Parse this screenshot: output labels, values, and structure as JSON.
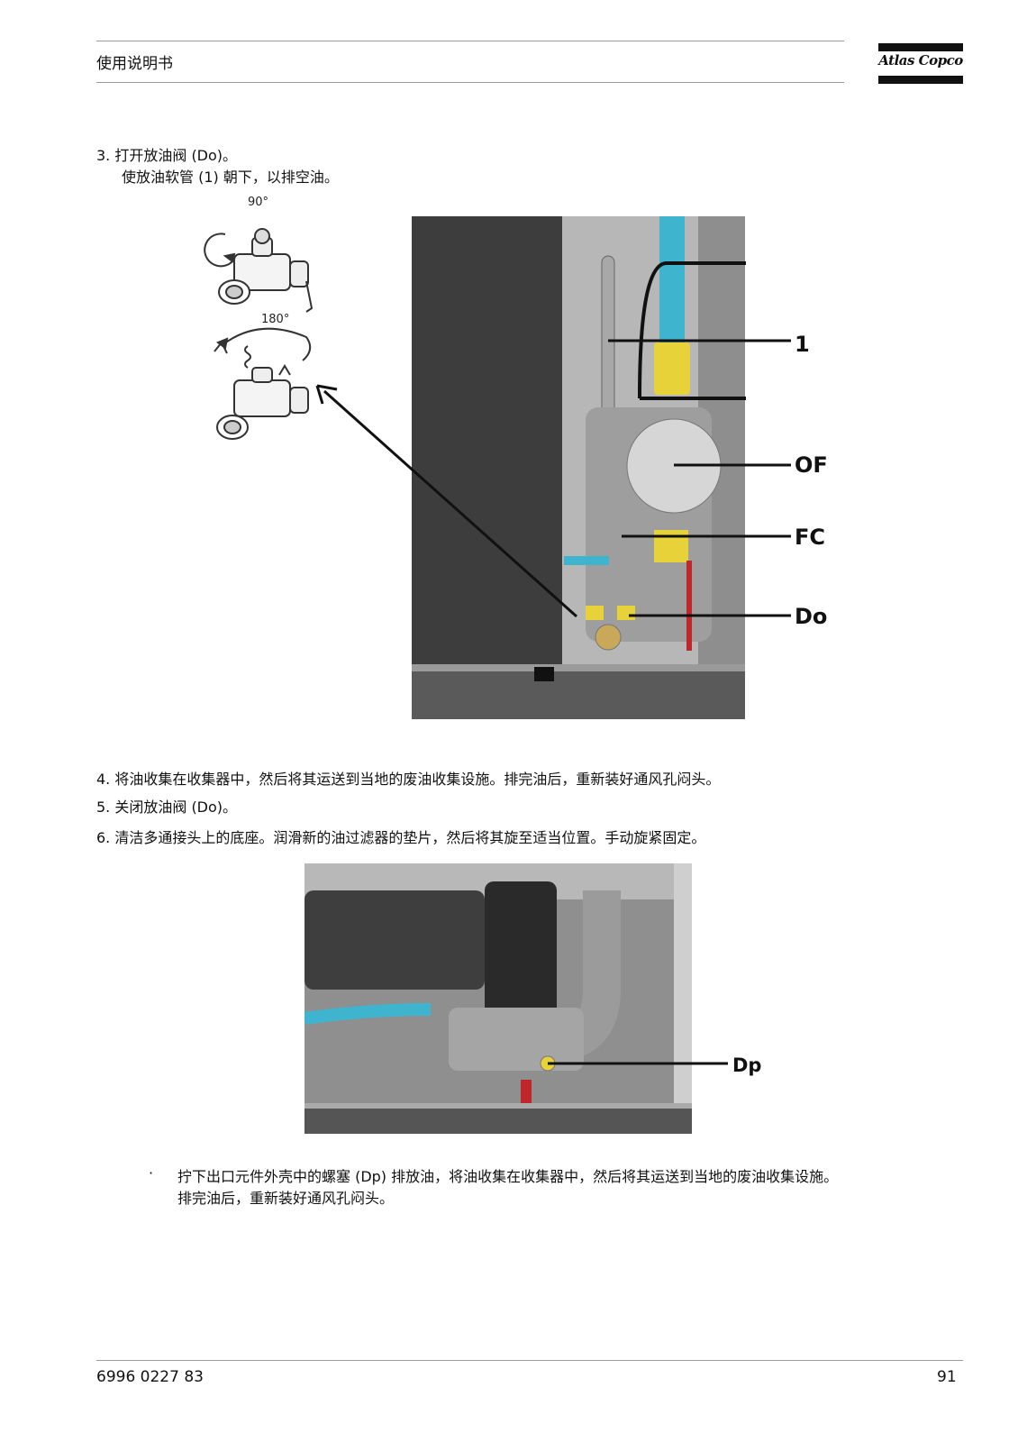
{
  "header": {
    "title": "使用说明书",
    "logo_text": "Atlas Copco"
  },
  "steps": {
    "step3_line1": "3.  打开放油阀 (Do)。",
    "step3_line2": "使放油软管 (1) 朝下，以排空油。",
    "step4": "4. 将油收集在收集器中，然后将其运送到当地的废油收集设施。排完油后，重新装好通风孔闷头。",
    "step5": "5. 关闭放油阀 (Do)。",
    "step6": "6. 清洁多通接头上的底座。润滑新的油过滤器的垫片，然后将其旋至适当位置。手动旋紧固定。"
  },
  "bullet": {
    "mark": "·",
    "line1": "拧下出口元件外壳中的螺塞 (Dp) 排放油，将油收集在收集器中，然后将其运送到当地的废油收集设施。",
    "line2": "排完油后，重新装好通风孔闷头。"
  },
  "figure1": {
    "valve_angle_top": "90°",
    "valve_angle_bottom": "180°",
    "labels": {
      "hose": "1",
      "oil_filter": "OF",
      "fc": "FC",
      "drain_valve": "Do"
    }
  },
  "figure2": {
    "labels": {
      "drain_plug": "Dp"
    }
  },
  "footer": {
    "doc_number": "6996 0227 83",
    "page_number": "91"
  },
  "colors": {
    "hose_blue": "#3fb4cf",
    "brass_yellow": "#e8d23a",
    "red_part": "#c0272d",
    "machine_dark": "#444",
    "machine_mid": "#8a8a8a"
  }
}
